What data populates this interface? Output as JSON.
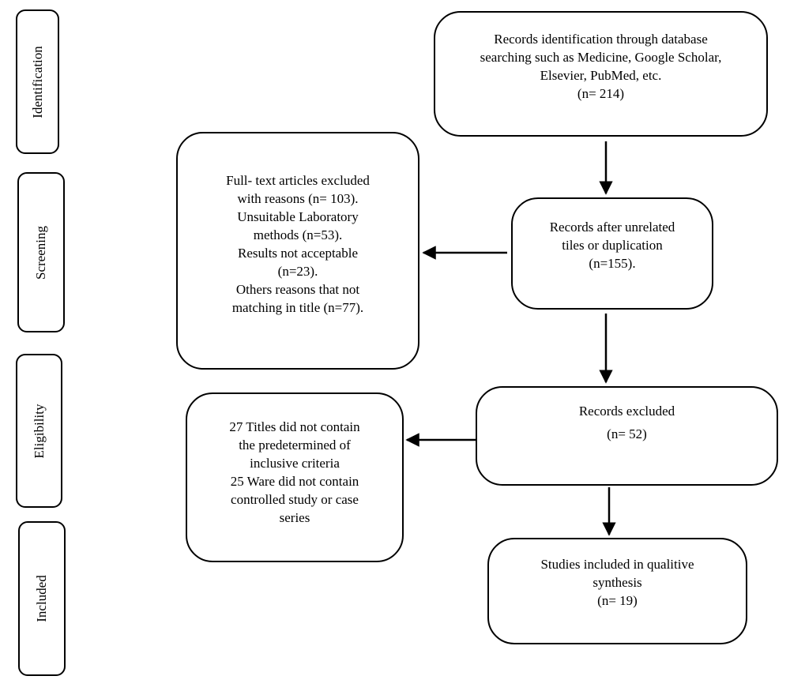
{
  "stages": {
    "identification": "Identification",
    "screening": "Screening",
    "eligibility": "Eligibility",
    "included": "Included"
  },
  "boxes": {
    "identification": [
      "Records identification through database",
      "searching such as Medicine, Google Scholar,",
      "Elsevier, PubMed, etc.",
      "(n= 214)"
    ],
    "after_unrelated": [
      "Records after unrelated",
      "tiles or duplication",
      "(n=155)."
    ],
    "fulltext_excluded": [
      "Full- text articles excluded",
      "with reasons (n= 103).",
      "Unsuitable Laboratory",
      "methods (n=53).",
      "Results not acceptable",
      "(n=23).",
      "Others reasons that not",
      "matching in title (n=77)."
    ],
    "records_excluded": [
      "Records excluded",
      "(n= 52)"
    ],
    "titles_not_contain": [
      "27 Titles did not contain",
      "the predetermined of",
      "inclusive criteria",
      "25 Ware did not contain",
      "controlled study or case",
      "series"
    ],
    "included": [
      "Studies included in qualitive",
      "synthesis",
      "(n= 19)"
    ]
  }
}
